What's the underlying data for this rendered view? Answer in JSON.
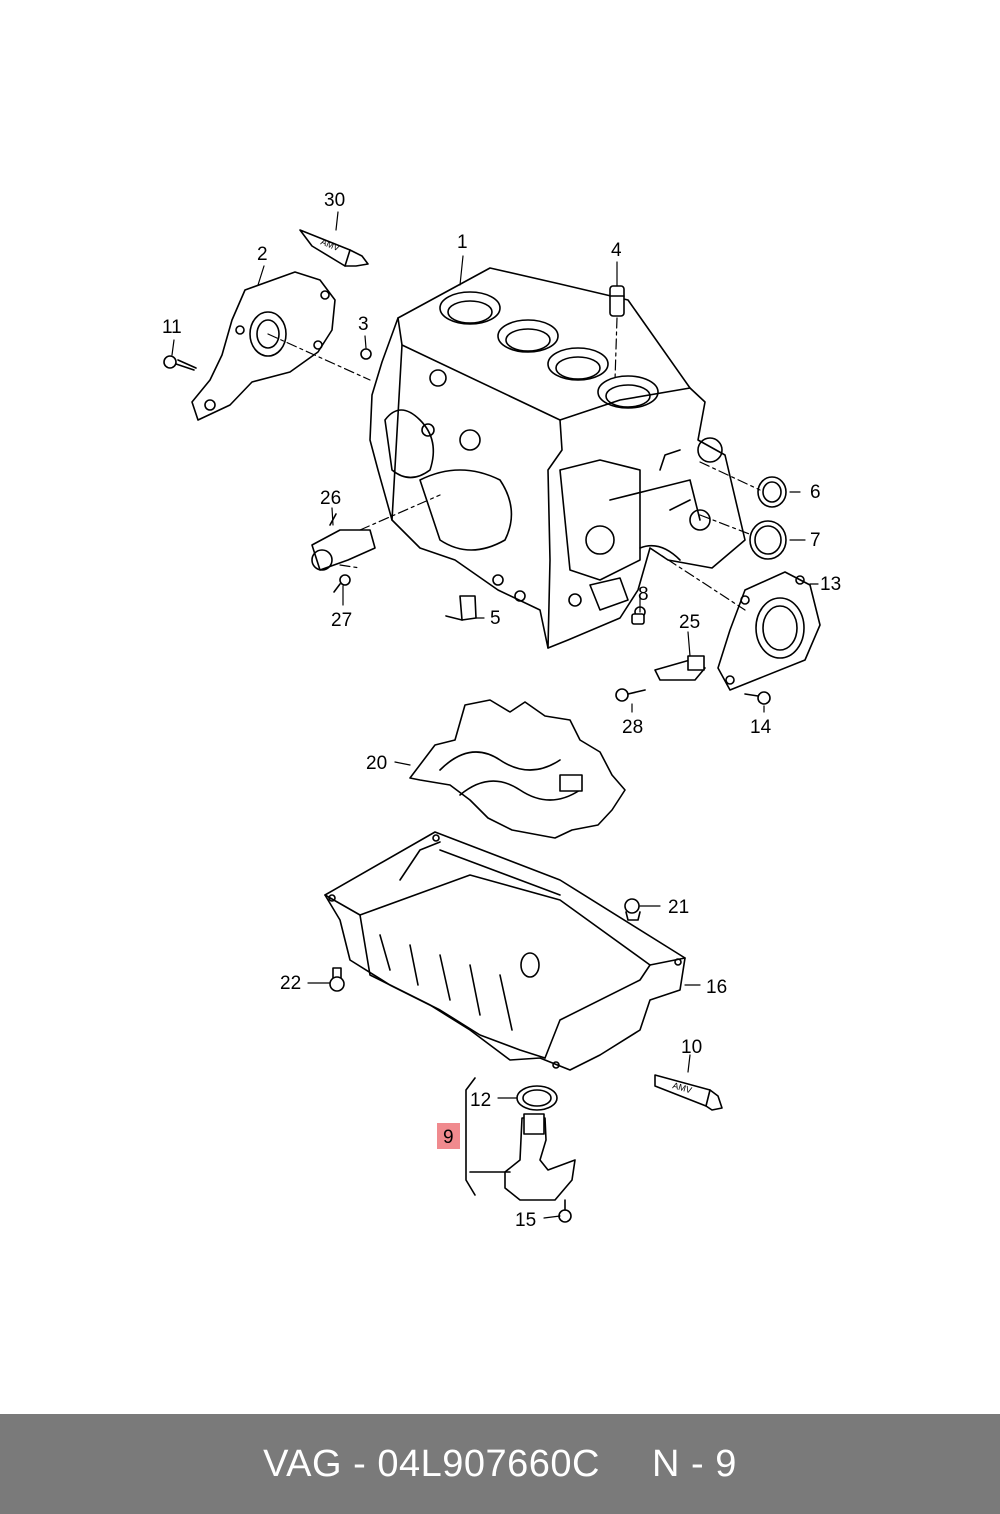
{
  "callouts": {
    "c1": "1",
    "c2": "2",
    "c3": "3",
    "c4": "4",
    "c5": "5",
    "c6": "6",
    "c7": "7",
    "c8": "8",
    "c9": "9",
    "c10": "10",
    "c11": "11",
    "c12": "12",
    "c13": "13",
    "c14": "14",
    "c15": "15",
    "c16": "16",
    "c20": "20",
    "c21": "21",
    "c22": "22",
    "c25": "25",
    "c26": "26",
    "c27": "27",
    "c28": "28",
    "c30": "30"
  },
  "highlighted_callout": "9",
  "tube_label": "AMV",
  "footer": {
    "part": "VAG - 04L907660C",
    "position": "N - 9"
  },
  "colors": {
    "footer_background": "#7a7a7a",
    "highlight": "#f08a8e",
    "line_art": "#000000"
  }
}
